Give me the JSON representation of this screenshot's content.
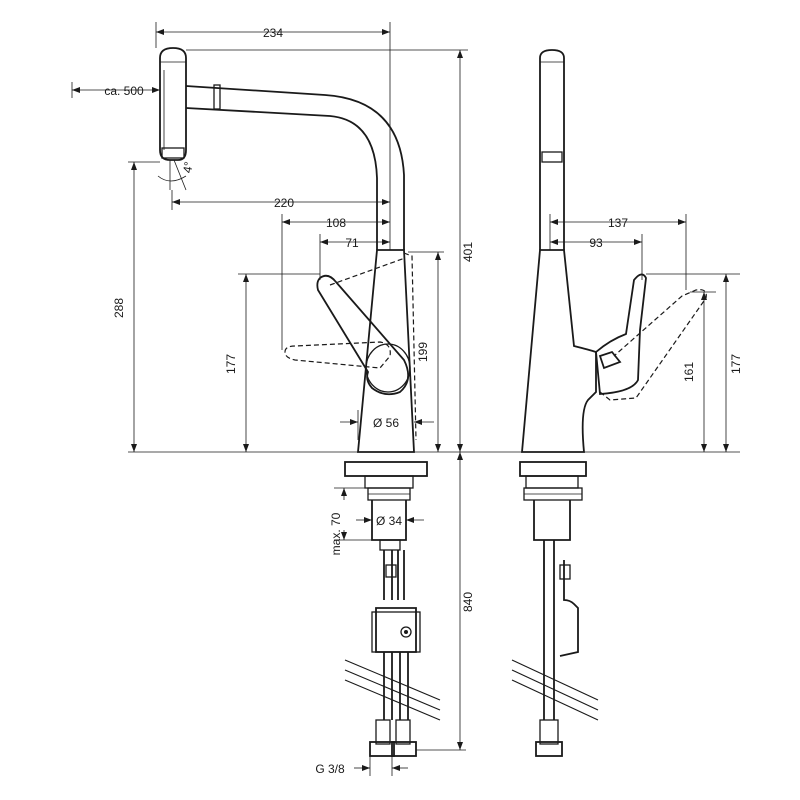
{
  "dimensions": {
    "d234": "234",
    "d_ca500": "ca. 500",
    "d4deg": "4°",
    "d220": "220",
    "d108": "108",
    "d71": "71",
    "d288": "288",
    "d401": "401",
    "d177_left": "177",
    "d199": "199",
    "d_dia56": "Ø 56",
    "d_max70": "max. 70",
    "d_dia34": "Ø 34",
    "d840": "840",
    "d_g38": "G 3/8",
    "d137": "137",
    "d93": "93",
    "d161": "161",
    "d177_right": "177"
  }
}
